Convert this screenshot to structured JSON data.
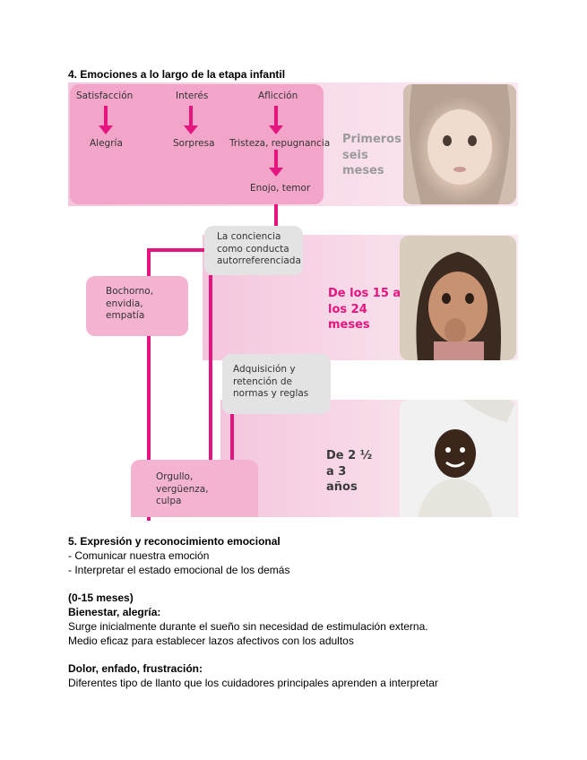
{
  "section4": {
    "title": "4. Emociones a lo largo de la etapa infantil",
    "primary_emotions": [
      "Satisfacción",
      "Interés",
      "Aflicción"
    ],
    "derived_emotions": [
      "Alegría",
      "Sorpresa",
      "Tristeza, repugnancia"
    ],
    "extra_emotion": "Enojo, temor",
    "self_awareness_box": "La conciencia como conducta autorreferenciada",
    "social_emotions_box": "Bochorno, envidia, empatía",
    "norms_box": "Adquisición y retención de normas y reglas",
    "self_conscious_box": "Orgullo, vergüenza, culpa",
    "stages": [
      "Primeros seis meses",
      "De los 15 a los 24 meses",
      "De 2 ½ a 3 años"
    ],
    "colors": {
      "magenta": "#e5157f",
      "panel_pink": "#f2a5c9",
      "light_pink": "#f8dcea",
      "gray_box": "#e3e3e3",
      "stage_gray": "#9b9b9b"
    }
  },
  "section5": {
    "title": "5. Expresión y reconocimiento emocional",
    "items": [
      "- Comunicar nuestra emoción",
      "- Interpretar el estado emocional de los demás"
    ],
    "age_range": "(0-15 meses)",
    "subsections": [
      {
        "heading": "Bienestar, alegría:",
        "lines": [
          "Surge inicialmente durante el sueño sin necesidad de estimulación externa.",
          "Medio eficaz para establecer lazos afectivos con los adultos"
        ]
      },
      {
        "heading": "Dolor, enfado, frustración:",
        "lines": [
          "Diferentes tipo de llanto que los cuidadores principales aprenden a interpretar"
        ]
      }
    ]
  }
}
